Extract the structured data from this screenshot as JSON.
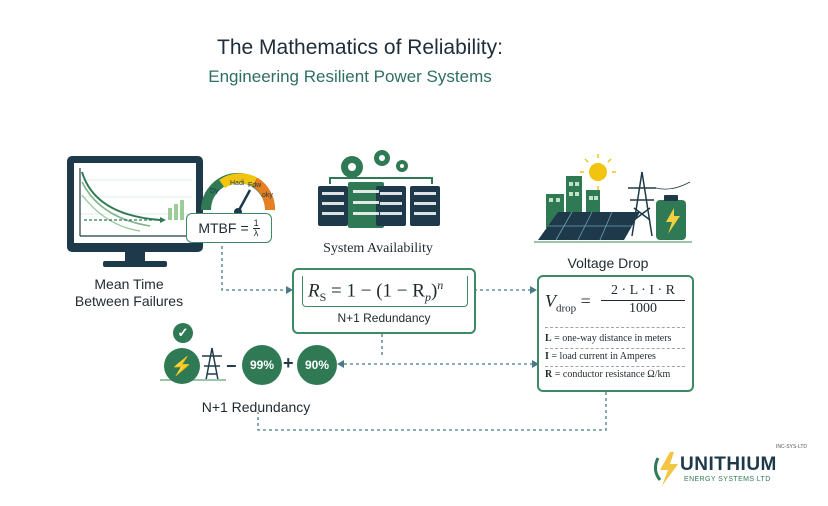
{
  "header": {
    "title": "The Mathematics of Reliability:",
    "subtitle": "Engineering Resilient Power Systems"
  },
  "mtbf": {
    "caption_line1": "Mean Time",
    "caption_line2": "Between Failures",
    "formula_label": "MTBF",
    "formula_eq": "=",
    "fraction_num": "1",
    "fraction_den": "λ",
    "gauge_labels": [
      "Dy",
      "Hadi",
      "Fdw",
      "oky"
    ]
  },
  "availability": {
    "caption": "System Availability",
    "formula_lhs_main": "R",
    "formula_lhs_sub": "S",
    "formula_rhs_a": "= 1 − (1 − R",
    "formula_rhs_sub": "p",
    "formula_rhs_b": ")",
    "formula_exp": "n",
    "box_caption": "N+1 Redundancy"
  },
  "voltage": {
    "caption": "Voltage Drop",
    "lhs_main": "V",
    "lhs_sub": "drop",
    "eq": "=",
    "numerator": "2 · L · I · R",
    "denominator": "1000",
    "legend": [
      {
        "sym": "L",
        "text": "= one-way distance in meters"
      },
      {
        "sym": "I",
        "text": "= load current in Amperes"
      },
      {
        "sym": "R",
        "text": "= conductor resistance Ω/km"
      }
    ]
  },
  "redundancy": {
    "caption": "N+1 Redundancy",
    "check": "✓",
    "bolt": "⚡",
    "minus": "−",
    "plus": "+",
    "value_a": "99%",
    "value_b": "90%"
  },
  "brand": {
    "name": "UNITHIUM",
    "tagline": "ENERGY SYSTEMS LTD",
    "corner_mark": "INC-SYS-LTD"
  },
  "colors": {
    "accent_green": "#3f8a66",
    "dark_teal": "#1e3a4a",
    "sun_yellow": "#f1c40f",
    "bolt_yellow": "#f4d03f"
  }
}
